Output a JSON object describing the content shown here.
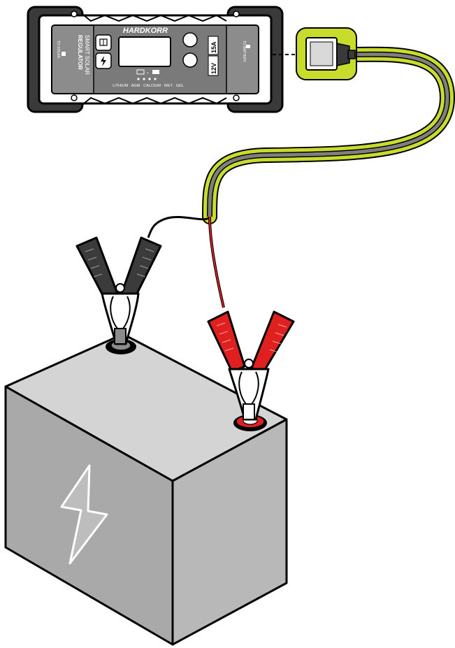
{
  "regulator": {
    "brand": "HARDKORR",
    "title_line1": "SMART SOLAR",
    "title_line2": "REGULATOR",
    "to_solar": "TO SOLAR",
    "to_battery": "TO BATTERY",
    "voltage": "12V",
    "current": "15A",
    "battery_types": "LITHIUM · AGM · CALCIUM · WET · GEL",
    "indicator_count": 4
  },
  "colors": {
    "cable_highlight": "#c8dc2c",
    "cable": "#7f7f7f",
    "regulator_body": "#3a3a3a",
    "regulator_panel": "#8c8c8c",
    "screen": "#ffffff",
    "battery_front": "#a9a9a9",
    "battery_top": "#d4d4d4",
    "battery_side": "#b8b8b8",
    "negative_clamp": "#3b3b3b",
    "positive_clamp": "#e0201e",
    "outline": "#000000"
  },
  "icons": [
    "solar-panel-icon",
    "lightning-icon",
    "battery-icon",
    "lightning-bolt-icon"
  ]
}
